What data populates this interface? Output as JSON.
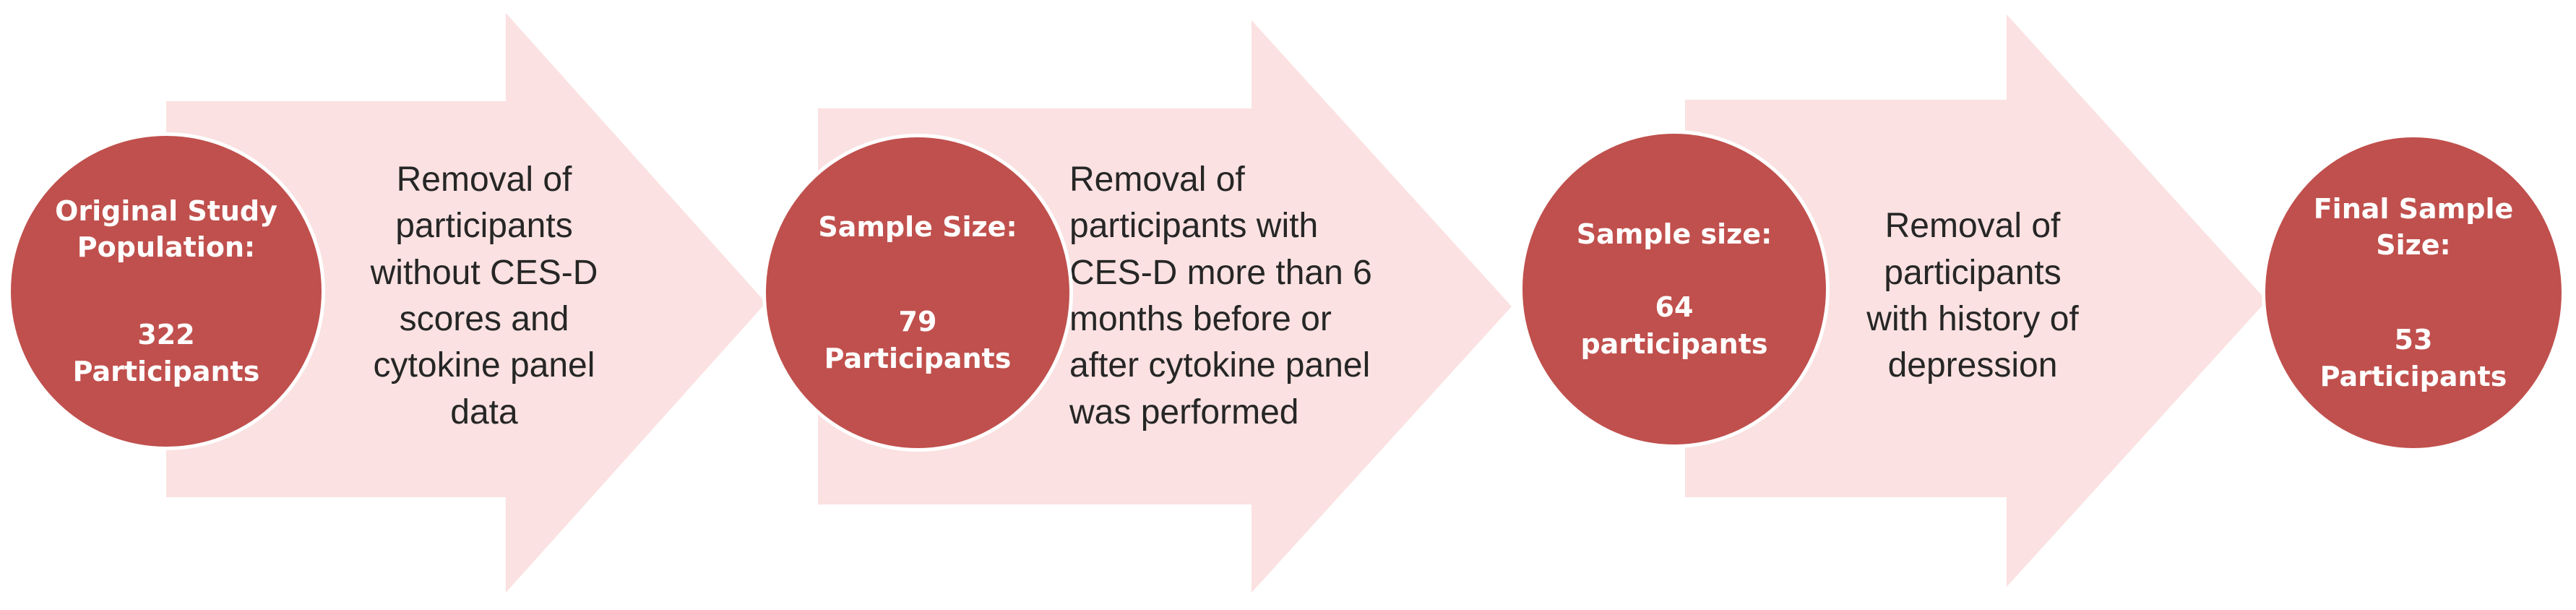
{
  "colors": {
    "arrow_fill": "#fbe1e1",
    "circle_fill": "#c0504d",
    "circle_text": "#ffffff",
    "step_text": "#262626"
  },
  "stages": [
    {
      "heading": "Original Study\nPopulation:",
      "count": "322\nParticipants"
    },
    {
      "heading": "Sample Size:",
      "count": "79\nParticipants"
    },
    {
      "heading": "Sample size:",
      "count": "64\nparticipants"
    },
    {
      "heading": "Final Sample\nSize:",
      "count": "53\nParticipants"
    }
  ],
  "steps": [
    {
      "text": "Removal of\nparticipants\nwithout CES-D\nscores and\ncytokine panel\ndata"
    },
    {
      "text": "Removal of\nparticipants with\nCES-D more than 6\nmonths before or\nafter cytokine panel\nwas performed"
    },
    {
      "text": "Removal of\nparticipants\nwith history of\ndepression"
    }
  ]
}
